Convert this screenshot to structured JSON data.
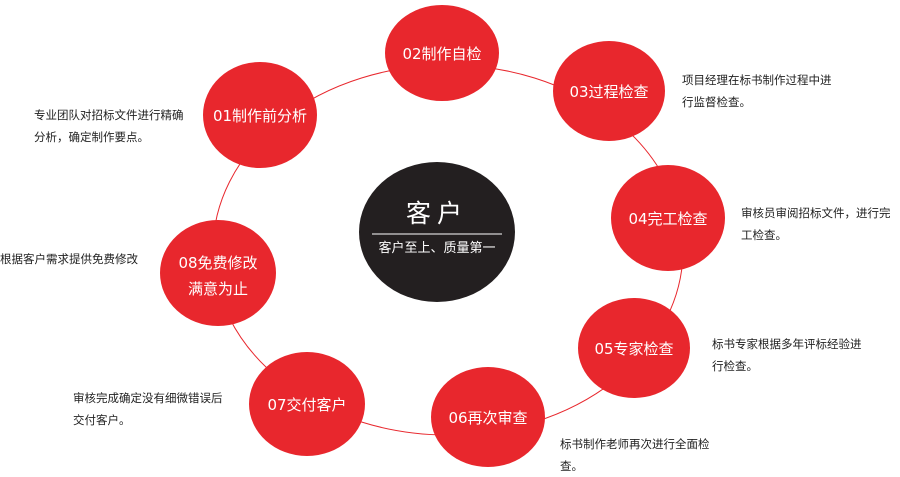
{
  "center": {
    "title": "客户",
    "subtitle": "客户至上、质量第一"
  },
  "steps": [
    {
      "label_lines": [
        "01制作前分析"
      ],
      "desc_lines": [
        "专业团队对招标文件进行精确",
        "分析，确定制作要点。"
      ]
    },
    {
      "label_lines": [
        "02制作自检"
      ],
      "desc_lines": []
    },
    {
      "label_lines": [
        "03过程检查"
      ],
      "desc_lines": [
        "项目经理在标书制作过程中进",
        "行监督检查。"
      ]
    },
    {
      "label_lines": [
        "04完工检查"
      ],
      "desc_lines": [
        "审核员审阅招标文件，进行完",
        "工检查。"
      ]
    },
    {
      "label_lines": [
        "05专家检查"
      ],
      "desc_lines": [
        "标书专家根据多年评标经验进",
        "行检查。"
      ]
    },
    {
      "label_lines": [
        "06再次审查"
      ],
      "desc_lines": [
        "标书制作老师再次进行全面检",
        "查。"
      ]
    },
    {
      "label_lines": [
        "07交付客户"
      ],
      "desc_lines": [
        "审核完成确定没有细微错误后",
        "交付客户。"
      ]
    },
    {
      "label_lines": [
        "08免费修改",
        "满意为止"
      ],
      "desc_lines": [
        "根据客户需求提供免费修改"
      ]
    }
  ],
  "colors": {
    "node_fill": "#e8272d",
    "center_fill": "#231f20",
    "connector": "#e8272d",
    "text_dark": "#222222"
  }
}
